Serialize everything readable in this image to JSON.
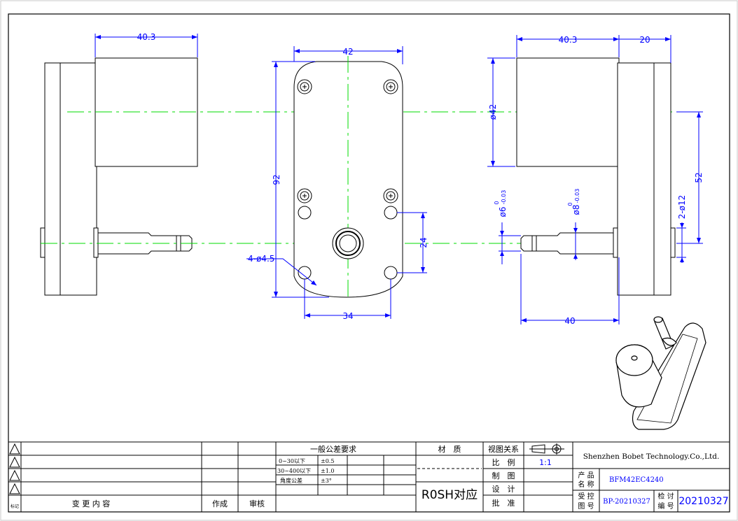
{
  "dimensions": {
    "left_motor_length": "40.3",
    "front_width": "42",
    "front_height": "92",
    "front_hole_label": "4-ø4.5",
    "front_hole_spacing_v": "24",
    "front_hole_spacing_h": "34",
    "right_motor_length": "40.3",
    "right_gearbox_width": "20",
    "right_motor_diameter": "ø42",
    "right_center_distance": "52",
    "right_mount_holes": "2-ø12",
    "right_shaft_small": "ø6",
    "right_shaft_small_tol": "0",
    "right_shaft_small_tol2": "-0.03",
    "right_shaft_large": "ø8",
    "right_shaft_large_tol": "0",
    "right_shaft_large_tol2": "-0.03",
    "right_shaft_length": "40"
  },
  "title_block": {
    "revision_content": "变 更 内 容",
    "made_by": "作成",
    "reviewed": "审核",
    "tolerance_title": "一般公差要求",
    "tol_row1_range": "0~30以下",
    "tol_row1_value": "±0.5",
    "tol_row2_range": "30~400以下",
    "tol_row2_value": "±1.0",
    "tol_row3_range": "角度公差",
    "tol_row3_value": "±3°",
    "material_label": "材　质",
    "material_value": "R0SH对应",
    "view_relation": "视图关系",
    "scale_label": "比　例",
    "scale_value": "1:1",
    "drawn_label": "制　图",
    "design_label": "设　计",
    "approve_label": "批　准",
    "company": "Shenzhen Bobet Technology.Co.,Ltd.",
    "product_name_label1": "产 品",
    "product_name_label2": "名 称",
    "product_name": "BFM42EC4240",
    "drawing_no_label1": "受 控",
    "drawing_no_label2": "图 号",
    "drawing_no": "BP-20210327",
    "check_no_label1": "检 讨",
    "check_no_label2": "编 号",
    "check_no": "20210327",
    "corner_label": "标记"
  }
}
